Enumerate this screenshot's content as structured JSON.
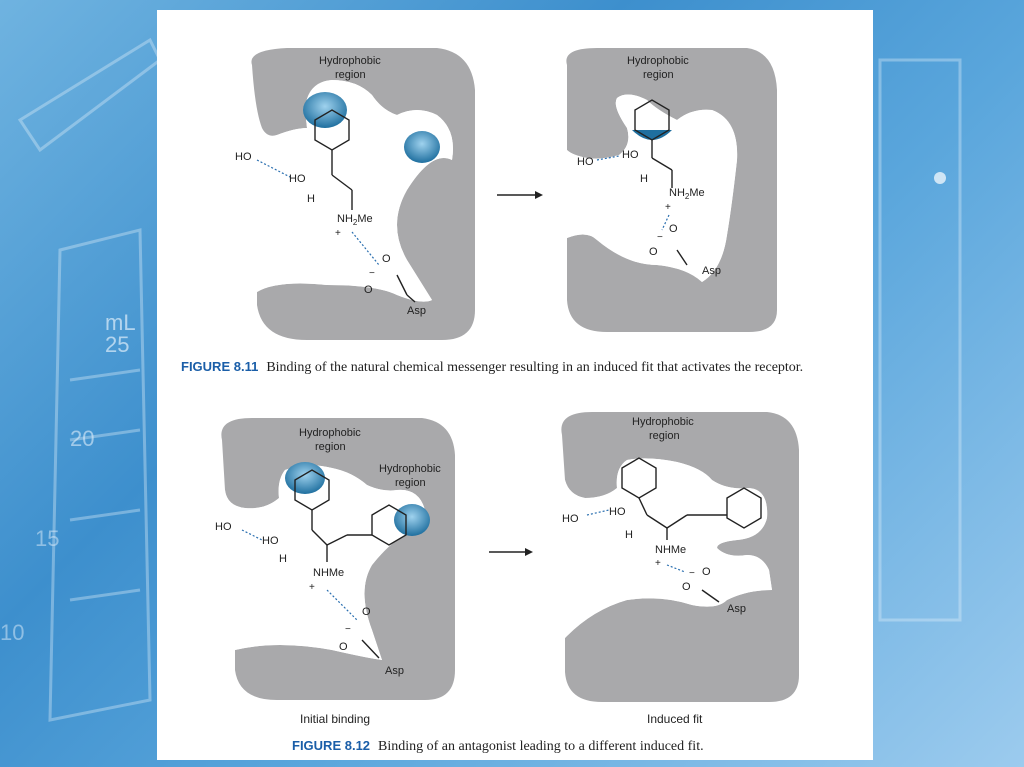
{
  "colors": {
    "background": "#4a9ad6",
    "pocket": "#a9a9ab",
    "hydrophobic_patch": "#1f7fb3",
    "caption_label": "#1a5ea8"
  },
  "labels": {
    "hydrophobic": "Hydrophobic",
    "region": "region",
    "ho": "HO",
    "h": "H",
    "nh2me_top": "NH",
    "nh2me_sub": "2",
    "nh2me_end": "Me",
    "nhme": "NHMe",
    "o": "O",
    "asp": "Asp",
    "plus": "+",
    "minus": "−"
  },
  "figures": [
    {
      "label": "FIGURE 8.11",
      "caption": "Binding of the natural chemical messenger resulting in an induced fit that activates the receptor."
    },
    {
      "label": "FIGURE 8.12",
      "caption": "Binding of an antagonist leading to a different induced fit."
    }
  ],
  "panel_labels": {
    "initial": "Initial binding",
    "induced": "Induced fit"
  },
  "background_decor": {
    "ml_unit": "mL",
    "scale_25": "25",
    "scale_20": "20",
    "scale_15": "15",
    "scale_10": "10"
  }
}
